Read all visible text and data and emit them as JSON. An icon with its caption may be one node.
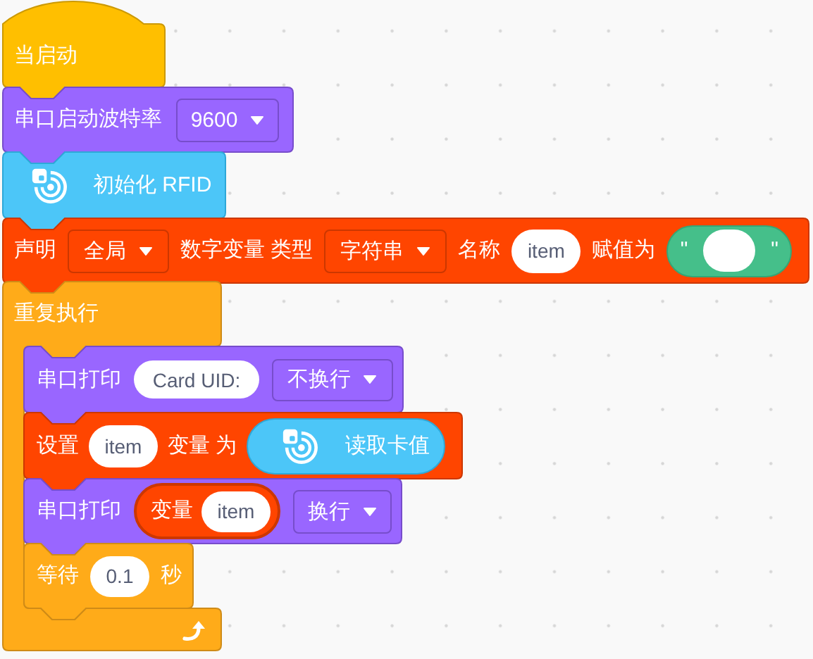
{
  "diagram": {
    "nodes": [
      {
        "text": [
          "当启动"
        ]
      },
      {
        "text": [
          "串口启动波特率"
        ]
      },
      {
        "text": [
          "9600"
        ],
        "in": 1
      },
      {
        "text": [
          "初始化 RFID"
        ]
      },
      {
        "text": [
          "声明",
          "数字变量 类型",
          "名称",
          "赋值为"
        ]
      },
      {
        "text": [
          "全局"
        ],
        "in": 4
      },
      {
        "text": [
          "字符串"
        ],
        "in": 4
      },
      {
        "text": [
          "item"
        ],
        "in": 4
      },
      {
        "text": [
          "\"",
          "\""
        ],
        "in": 4
      },
      {
        "text": [],
        "shape": "oval",
        "in": 8
      },
      {
        "text": [
          "重复执行"
        ]
      },
      {
        "text": [
          "串口打印"
        ]
      },
      {
        "text": [
          "Card UID:"
        ],
        "in": 11
      },
      {
        "text": [
          "不换行"
        ],
        "in": 11
      },
      {
        "text": [
          "设置",
          "变量 为"
        ]
      },
      {
        "text": [
          "item"
        ],
        "in": 14
      },
      {
        "text": [
          "读取卡值"
        ],
        "in": 14
      },
      {
        "text": [
          "串口打印"
        ]
      },
      {
        "text": [
          "变量"
        ],
        "in": 17
      },
      {
        "text": [
          "item"
        ],
        "in": 18
      },
      {
        "text": [
          "换行"
        ],
        "in": 17
      },
      {
        "text": [
          "等待",
          "秒"
        ]
      },
      {
        "text": [
          "0.1"
        ],
        "in": 21
      }
    ]
  }
}
